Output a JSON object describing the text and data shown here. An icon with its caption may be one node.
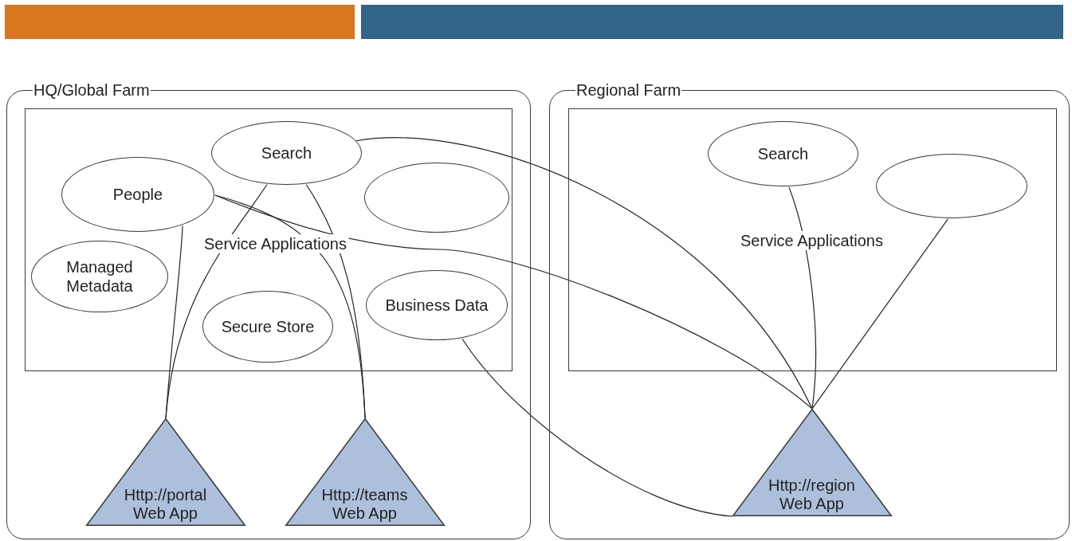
{
  "diagram": {
    "nodes": [
      {
        "text": [
          "HQ/Global Farm"
        ]
      },
      {
        "text": [
          "Service Applications"
        ],
        "in": 0
      },
      {
        "text": [
          "Search"
        ],
        "in": 1
      },
      {
        "text": [
          "People"
        ],
        "in": 1
      },
      {
        "text": [],
        "shape": "ellipse",
        "in": 1
      },
      {
        "text": [
          "Managed Metadata"
        ],
        "in": 1
      },
      {
        "text": [
          "Business Data"
        ],
        "in": 1
      },
      {
        "text": [
          "Secure Store"
        ],
        "in": 1
      },
      {
        "text": [
          "Http://portal Web App"
        ],
        "in": 0
      },
      {
        "text": [
          "Http://teams Web App"
        ],
        "in": 0
      },
      {
        "text": [
          "Regional Farm"
        ]
      },
      {
        "text": [
          "Service Applications"
        ],
        "in": 10
      },
      {
        "text": [
          "Search"
        ],
        "in": 11
      },
      {
        "text": [],
        "shape": "ellipse",
        "in": 11
      },
      {
        "text": [
          "Http://region Web App"
        ],
        "in": 10
      }
    ],
    "edges": [
      {
        "from": 3,
        "to": 8,
        "arrow": "none"
      },
      {
        "from": 2,
        "to": 8,
        "arrow": "none"
      },
      {
        "from": 3,
        "to": 9,
        "arrow": "none"
      },
      {
        "from": 2,
        "to": 9,
        "arrow": "none"
      },
      {
        "from": 2,
        "to": 14,
        "arrow": "none"
      },
      {
        "from": 3,
        "to": 14,
        "arrow": "none"
      },
      {
        "from": 6,
        "to": 14,
        "arrow": "none"
      },
      {
        "from": 12,
        "to": 14,
        "arrow": "none"
      },
      {
        "from": 13,
        "to": 14,
        "arrow": "none"
      }
    ]
  }
}
